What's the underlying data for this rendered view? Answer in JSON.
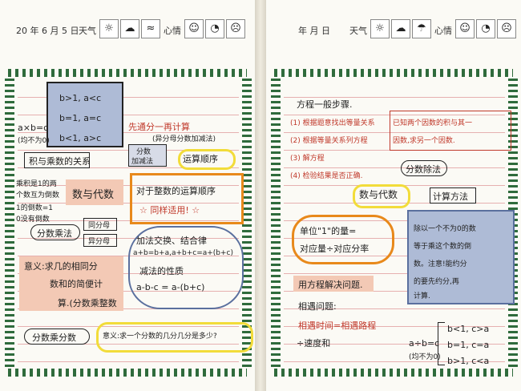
{
  "left": {
    "date": "20  年 6 月 5 日",
    "weather_label": "天气",
    "mood_label": "心情",
    "weather_icons": [
      "sun-icon",
      "cloud-icon",
      "wind-icon",
      "rain-icon"
    ],
    "mood_icons": [
      "smile-icon",
      "neutral-face-icon",
      "sad-face-icon"
    ],
    "compare_cases": [
      "b>1, a<c",
      "b=1, a=c",
      "b<1, a>c"
    ],
    "axb_formula": "a×b=c",
    "axb_note": "(均不为0)",
    "relation": "积与乘数的关系",
    "reciprocal_note": [
      "乘积是1的两",
      "个数互为倒数",
      "1的倒数=1",
      "0没有倒数"
    ],
    "first_then": "先通分一再计算",
    "first_then_note": "(异分母分数加减法)",
    "fraction_add_sub": [
      "分数",
      "加减法"
    ],
    "operation_order": "运算顺序",
    "center_topic": "数与代数",
    "same_denominator": "同分母",
    "diff_denominator": "异分母",
    "integer_rule": "对于整数的运算顺序",
    "also_applies": "☆ 同样适用! ☆",
    "fraction_mult": "分数乘法",
    "laws_title": "加法交换、结合律",
    "laws_formula": "a+b=b+a,a+b+c=a+(b+c)",
    "subtraction_property": "减法的性质",
    "sub_formula": "a-b-c = a-(b+c)",
    "meaning1": "意义:求几的相同分",
    "meaning1_b": "数和的简便计",
    "meaning1_c": "算.(分数乘整数",
    "fraction_times_fraction": "分数乘分数",
    "meaning2": "意义:求一个分数的几分几分是多少?"
  },
  "right": {
    "date": "年 月 日",
    "weather_label": "天气",
    "mood_label": "心情",
    "steps_title": "方程一般步骤.",
    "steps": [
      "(1) 根据题意找出等量关系",
      "(2) 根据等量关系列方程",
      "(3) 解方程",
      "(4) 检验结果是否正确."
    ],
    "known_product": "已知两个因数的积与其一",
    "known_product_b": "因数,求另一个因数.",
    "fraction_div": "分数除法",
    "center_topic": "数与代数",
    "calc_method": "计算方法",
    "unit_one": "单位\"1\"的量=",
    "unit_one_b": "对应量÷对应分率",
    "divide_rule": "除以一个不为0的数",
    "divide_rule_b": "等于乘这个数的倒",
    "divide_rule_c": "数。注意!能约分",
    "divide_rule_d": "的要先约分,再",
    "divide_rule_e": "计算.",
    "equation_solve": "用方程解决问题.",
    "meeting_title": "相遇问题:",
    "meeting_formula": "相遇时间=相遇路程",
    "meeting_formula_b": "÷速度和",
    "div_formula": "a÷b=c",
    "div_note": "(均不为0)",
    "div_cases": [
      "b<1, c>a",
      "b=1, c=a",
      "b>1, c<a"
    ]
  }
}
